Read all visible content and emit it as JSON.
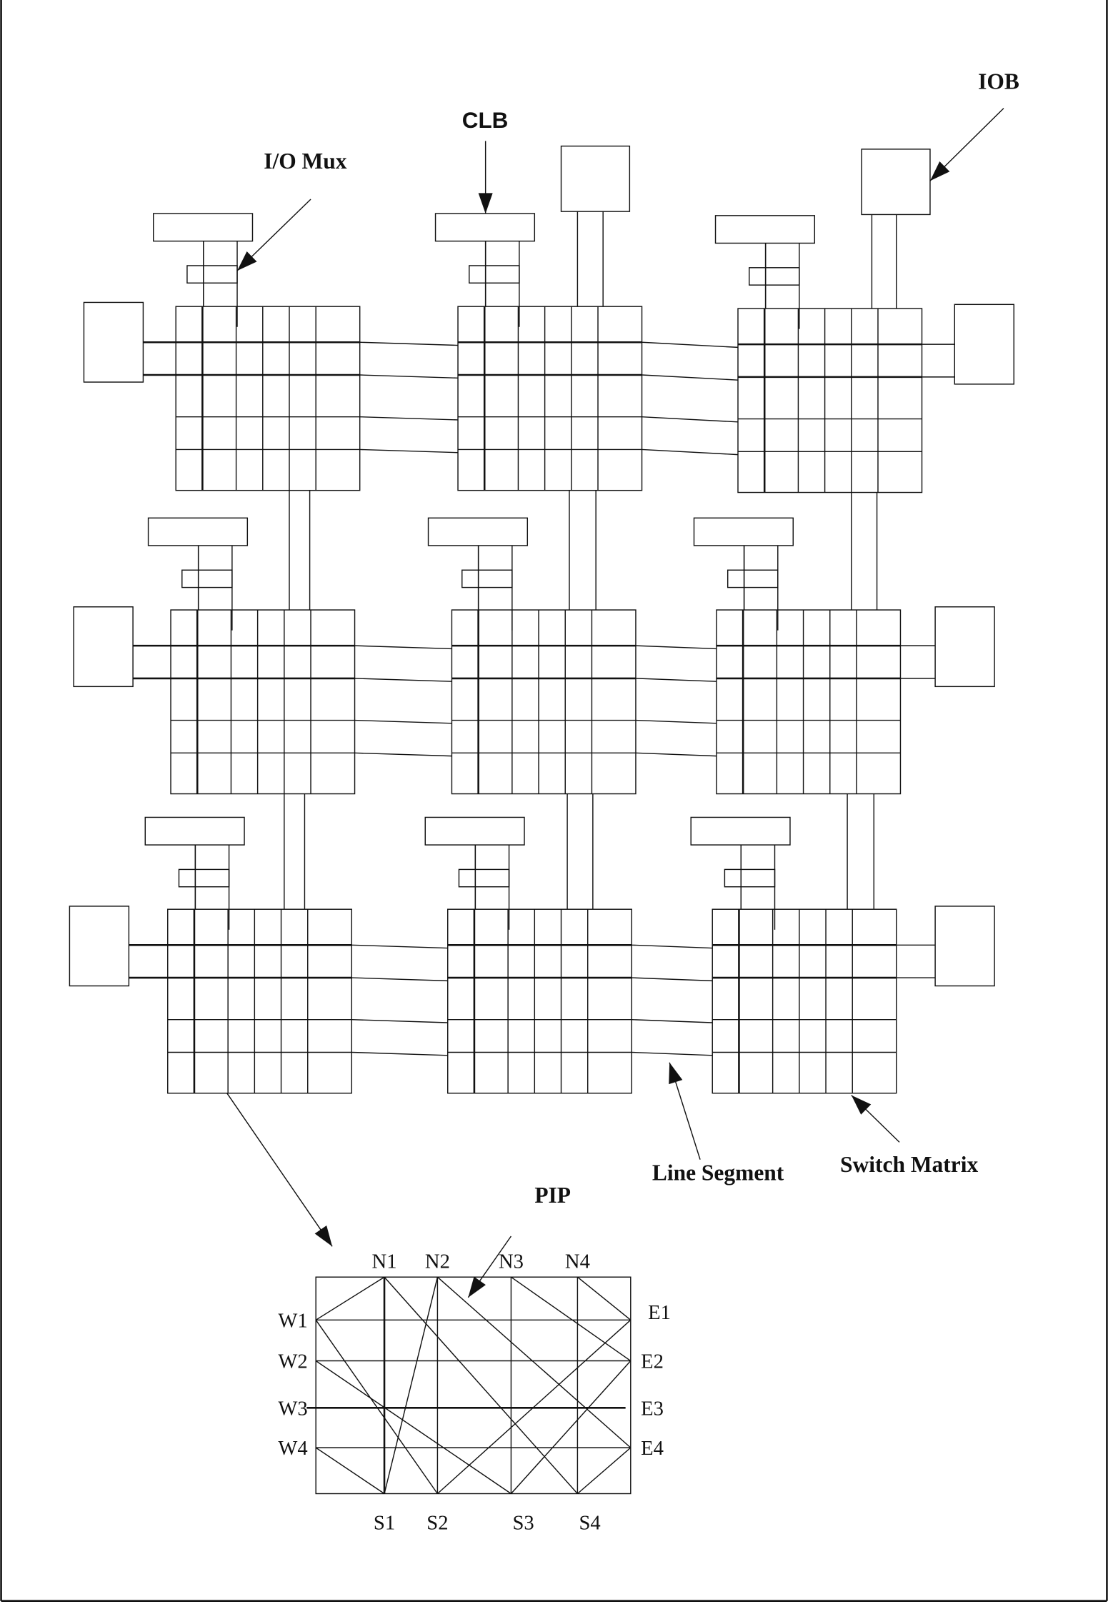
{
  "labels": {
    "iob": "IOB",
    "clb": "CLB",
    "io_mux": "I/O Mux",
    "line_segment": "Line Segment",
    "switch_matrix": "Switch Matrix",
    "pip": "PIP"
  },
  "detail": {
    "north": [
      "N1",
      "N2",
      "N3",
      "N4"
    ],
    "south": [
      "S1",
      "S2",
      "S3",
      "S4"
    ],
    "west": [
      "W1",
      "W2",
      "W3",
      "W4"
    ],
    "east": [
      "E1",
      "E2",
      "E3",
      "E4"
    ]
  }
}
